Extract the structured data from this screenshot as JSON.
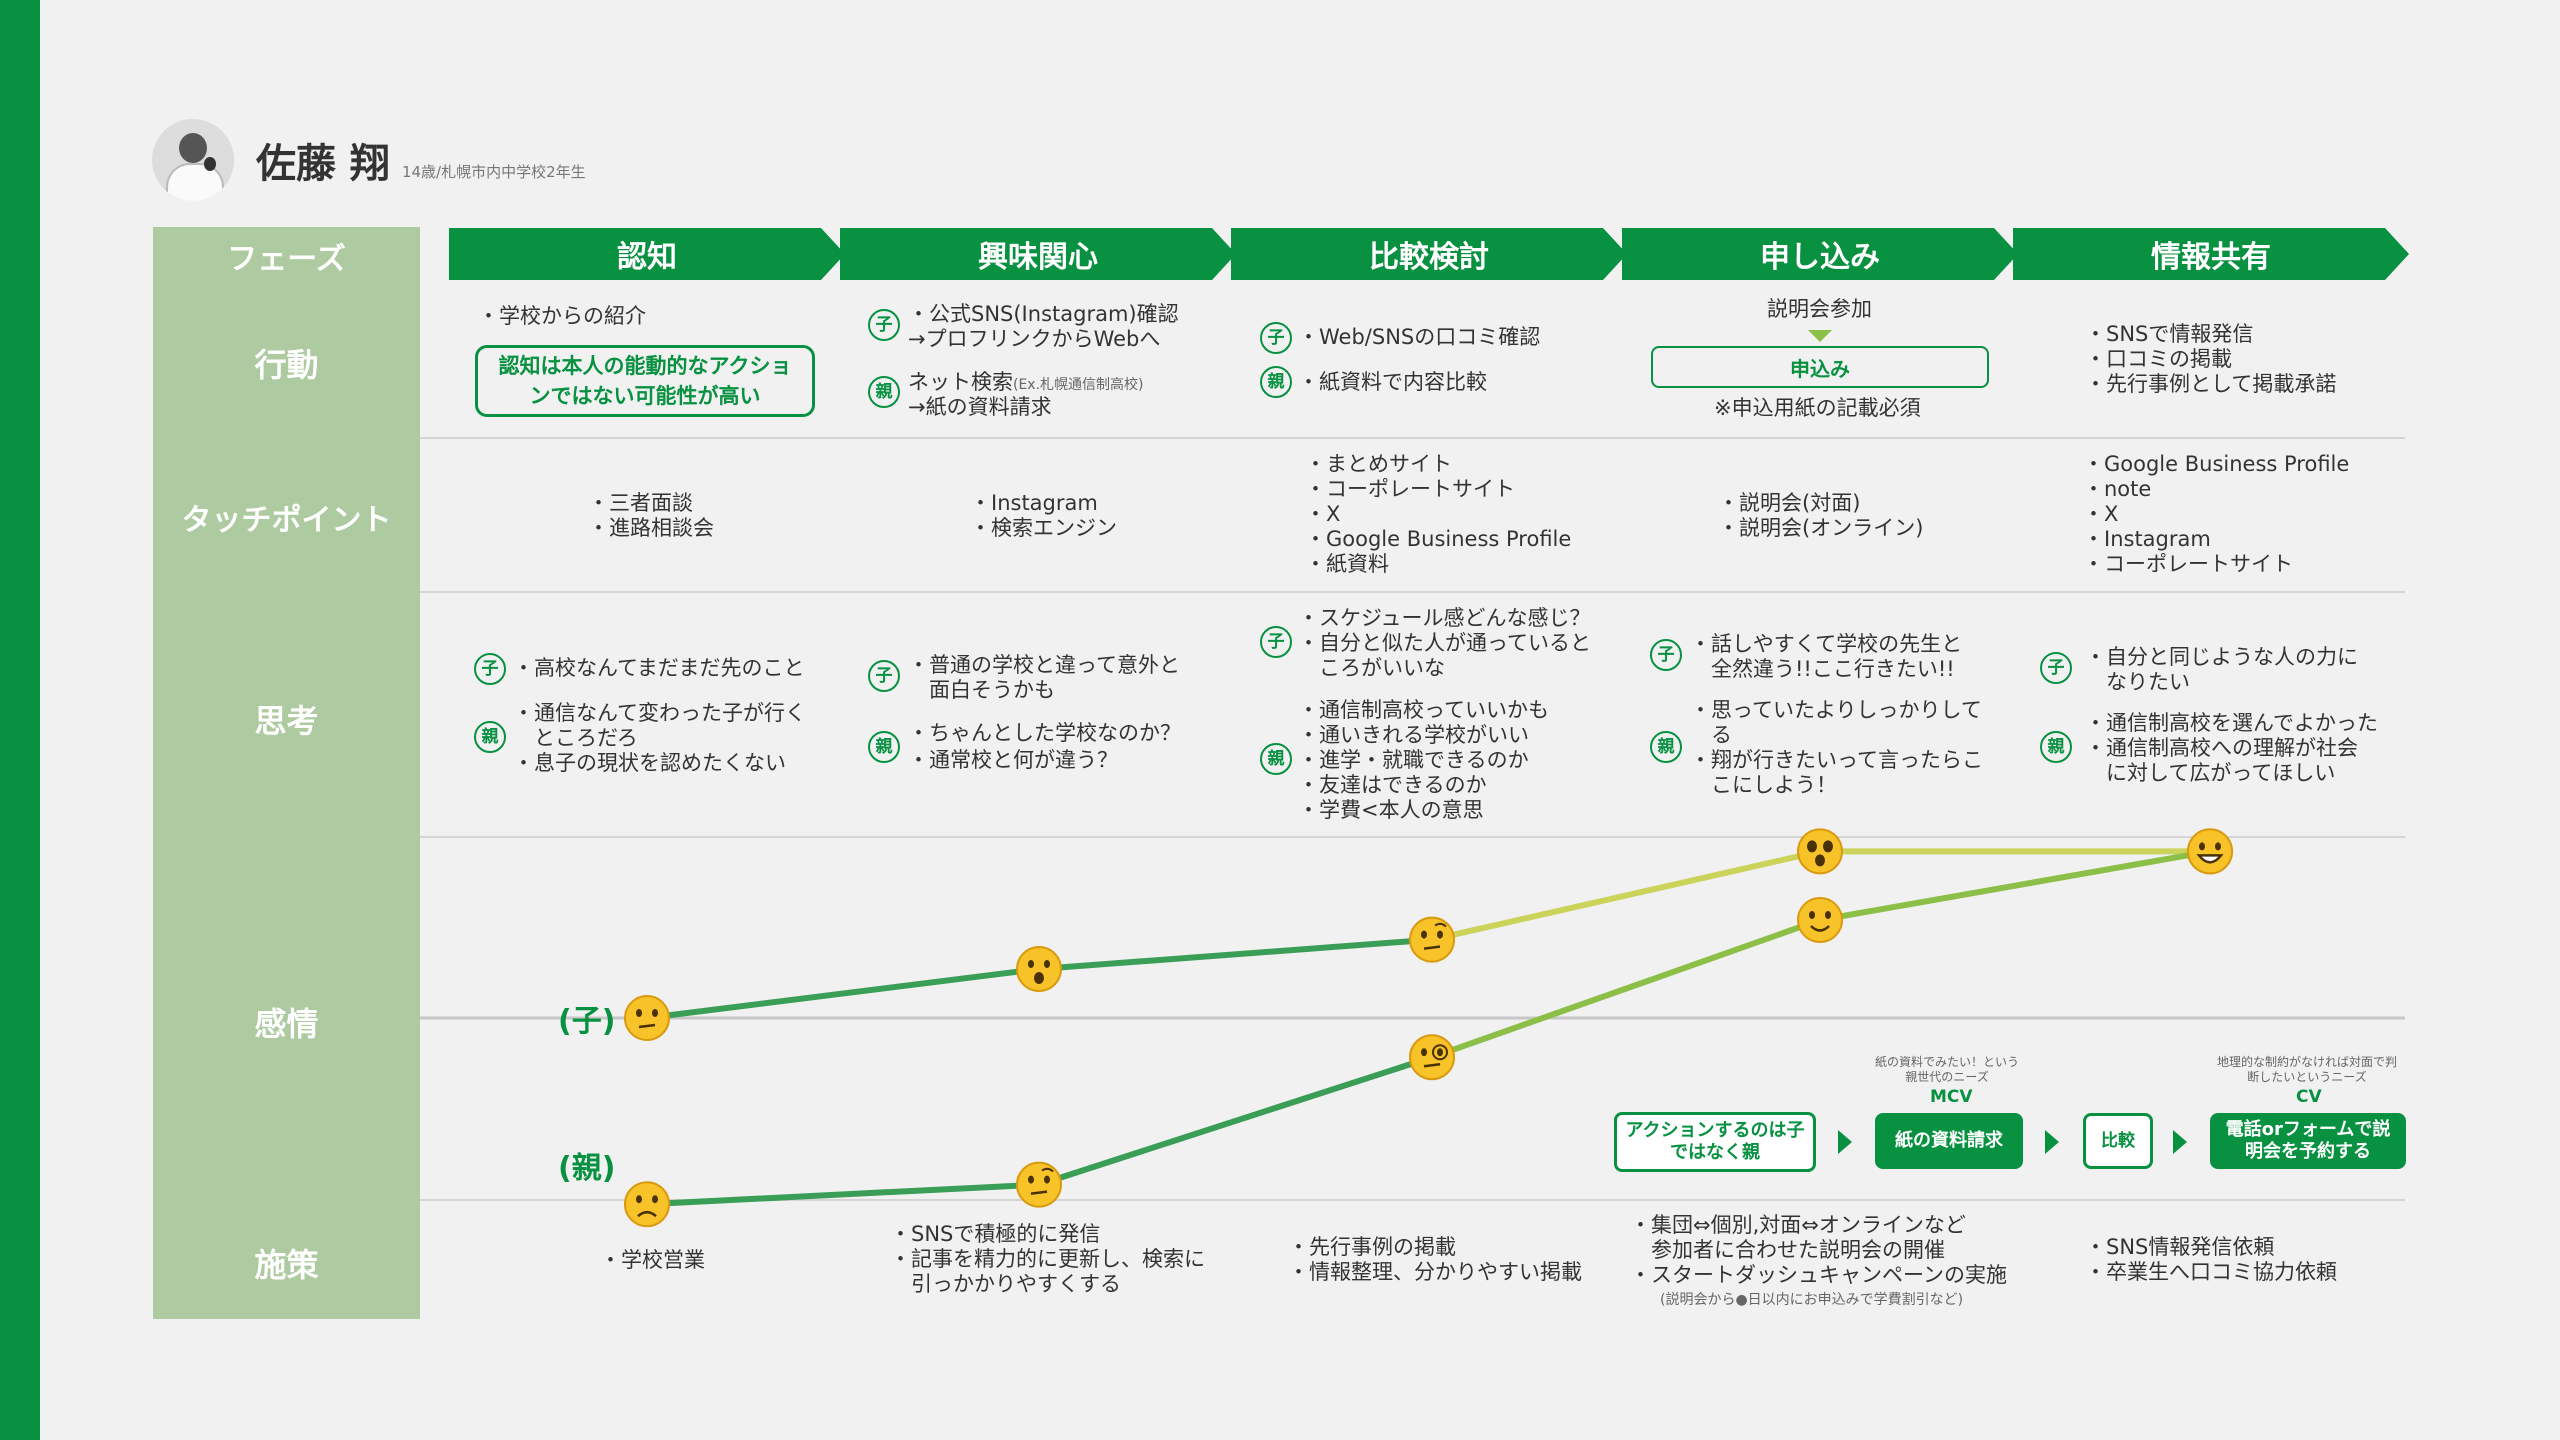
{
  "persona": {
    "name": "佐藤 翔",
    "sub": "14歳/札幌市内中学校2年生"
  },
  "rows": {
    "phase": "フェーズ",
    "action": "行動",
    "touchpoint": "タッチポイント",
    "thought": "思考",
    "emotion": "感情",
    "measure": "施策"
  },
  "phases": [
    "認知",
    "興味関心",
    "比較検討",
    "申し込み",
    "情報共有"
  ],
  "badges": {
    "child": "子",
    "parent": "親"
  },
  "action": {
    "p1_line": "・学校からの紹介",
    "p1_callout": "認知は本人の能動的なアクションではない可能性が高い",
    "p2_child_1": "・公式SNS(Instagram)確認",
    "p2_child_2": "→プロフリンクからWebへ",
    "p2_parent_1": "ネット検索",
    "p2_parent_note": "(Ex.札幌通信制高校)",
    "p2_parent_2": "→紙の資料請求",
    "p3_child": "・Web/SNSの口コミ確認",
    "p3_parent": "・紙資料で内容比較",
    "p4_top": "説明会参加",
    "p4_box": "申込み",
    "p4_note": "※申込用紙の記載必須",
    "p5_1": "・SNSで情報発信",
    "p5_2": "・口コミの掲載",
    "p5_3": "・先行事例として掲載承諾"
  },
  "touchpoint": {
    "p1": [
      "・三者面談",
      "・進路相談会"
    ],
    "p2": [
      "・Instagram",
      "・検索エンジン"
    ],
    "p3": [
      "・まとめサイト",
      "・コーポレートサイト",
      "・X",
      "・Google Business Profile",
      "・紙資料"
    ],
    "p4": [
      "・説明会(対面)",
      "・説明会(オンライン)"
    ],
    "p5": [
      "・Google Business Profile",
      "・note",
      "・X",
      "・Instagram",
      "・コーポレートサイト"
    ]
  },
  "thought": {
    "p1_child": "・高校なんてまだまだ先のこと",
    "p1_parent": [
      "・通信なんて変わった子が行く",
      "　ところだろ",
      "・息子の現状を認めたくない"
    ],
    "p2_child": [
      "・普通の学校と違って意外と",
      "　面白そうかも"
    ],
    "p2_parent": [
      "・ちゃんとした学校なのか？",
      "・通常校と何が違う？"
    ],
    "p3_child": [
      "・スケジュール感どんな感じ？",
      "・自分と似た人が通っていると",
      "　ころがいいな"
    ],
    "p3_parent": [
      "・通信制高校っていいかも",
      "・通いきれる学校がいい",
      "・進学・就職できるのか",
      "・友達はできるのか",
      "・学費<本人の意思"
    ],
    "p4_child": [
      "・話しやすくて学校の先生と",
      "　全然違う!!ここ行きたい!!"
    ],
    "p4_parent": [
      "・思っていたよりしっかりして",
      "　る",
      "・翔が行きたいって言ったらこ",
      "　こにしよう！"
    ],
    "p5_child": [
      "・自分と同じような人の力に",
      "　なりたい"
    ],
    "p5_parent": [
      "・通信制高校を選んでよかった",
      "・通信制高校への理解が社会",
      "　に対して広がってほしい"
    ]
  },
  "emotion": {
    "child_label": "(子)",
    "parent_label": "(親)",
    "flow": {
      "box1": "アクションするのは子ではなく親",
      "box2": "紙の資料請求",
      "box2_note": "紙の資料でみたい！という親世代のニーズ",
      "box2_tag": "MCV",
      "box3": "比較",
      "box4": "電話orフォームで説明会を予約する",
      "box4_note": "地理的な制約がなければ対面で判断したいというニーズ",
      "box4_tag": "CV"
    }
  },
  "measure": {
    "p1": [
      "・学校営業"
    ],
    "p2": [
      "・SNSで積極的に発信",
      "・記事を精力的に更新し、検索に",
      "　引っかかりやすくする"
    ],
    "p3": [
      "・先行事例の掲載",
      "・情報整理、分かりやすい掲載"
    ],
    "p4": [
      "・集団⇔個別,対面⇔オンラインなど",
      "　参加者に合わせた説明会の開催",
      "・スタートダッシュキャンペーンの実施"
    ],
    "p4_note": "(説明会から●日以内にお申込みで学費割引など)",
    "p5": [
      "・SNS情報発信依頼",
      "・卒業生へ口コミ協力依頼"
    ]
  },
  "colors": {
    "primary": "#079141",
    "label_bg": "#aecaa0",
    "child_line": "#cbd35a",
    "parent_line": "#8cbf48",
    "base_line": "#c7c7c7"
  },
  "chart_data": {
    "type": "line",
    "categories": [
      "認知",
      "興味関心",
      "比較検討",
      "申し込み",
      "情報共有"
    ],
    "series": [
      {
        "name": "(子)",
        "values": [
          0,
          0.5,
          0.8,
          1.7,
          1.7
        ],
        "emotions": [
          "confused",
          "surprised",
          "thinking",
          "amazed",
          "grinning"
        ]
      },
      {
        "name": "(親)",
        "values": [
          -1.9,
          -1.7,
          -0.4,
          1.0,
          1.7
        ],
        "emotions": [
          "frowning",
          "raised-eyebrow",
          "monocle",
          "smiling",
          "grinning"
        ]
      }
    ]
  }
}
